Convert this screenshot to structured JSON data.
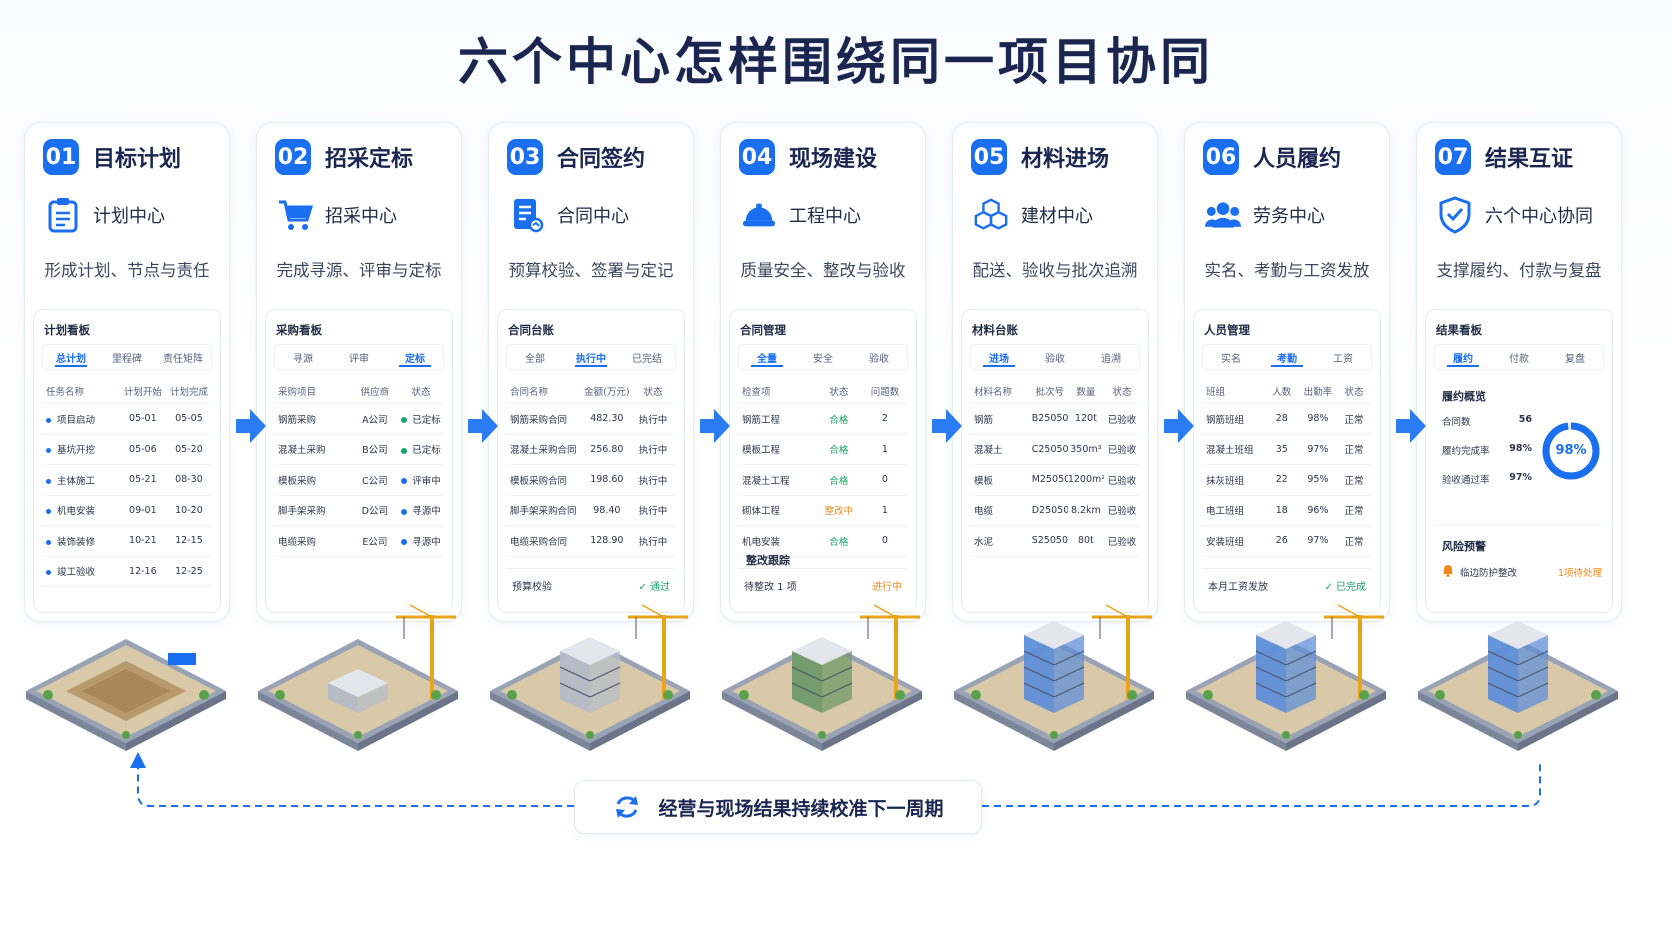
{
  "title": "六个中心怎样围绕同一项目协同",
  "accent": "#1a6ef0",
  "stages": [
    {
      "num": "01",
      "title": "目标计划",
      "center": "计划中心",
      "icon": "clipboard-icon",
      "desc": "形成计划、节点与责任",
      "card": {
        "title": "计划看板",
        "tabs": [
          "总计划",
          "里程碑",
          "责任矩阵"
        ],
        "active": 0,
        "headers": [
          "任务名称",
          "计划开始",
          "计划完成"
        ],
        "rows": [
          [
            "项目启动",
            "05-01",
            "05-05"
          ],
          [
            "基坑开挖",
            "05-06",
            "05-20"
          ],
          [
            "主体施工",
            "05-21",
            "08-30"
          ],
          [
            "机电安装",
            "09-01",
            "10-20"
          ],
          [
            "装饰装修",
            "10-21",
            "12-15"
          ],
          [
            "竣工验收",
            "12-16",
            "12-25"
          ]
        ]
      }
    },
    {
      "num": "02",
      "title": "招采定标",
      "center": "招采中心",
      "icon": "cart-icon",
      "desc": "完成寻源、评审与定标",
      "card": {
        "title": "采购看板",
        "tabs": [
          "寻源",
          "评审",
          "定标"
        ],
        "active": 2,
        "headers": [
          "采购项目",
          "供应商",
          "状态"
        ],
        "rows": [
          [
            "钢筋采购",
            "A公司",
            "已定标"
          ],
          [
            "混凝土采购",
            "B公司",
            "已定标"
          ],
          [
            "模板采购",
            "C公司",
            "评审中"
          ],
          [
            "脚手架采购",
            "D公司",
            "寻源中"
          ],
          [
            "电缆采购",
            "E公司",
            "寻源中"
          ]
        ]
      }
    },
    {
      "num": "03",
      "title": "合同签约",
      "center": "合同中心",
      "icon": "contract-icon",
      "desc": "预算校验、签署与定记",
      "card": {
        "title": "合同台账",
        "tabs": [
          "全部",
          "执行中",
          "已完结"
        ],
        "active": 1,
        "headers": [
          "合同名称",
          "金额(万元)",
          "状态"
        ],
        "rows": [
          [
            "钢筋采购合同",
            "482.30",
            "执行中"
          ],
          [
            "混凝土采购合同",
            "256.80",
            "执行中"
          ],
          [
            "模板采购合同",
            "198.60",
            "执行中"
          ],
          [
            "脚手架采购合同",
            "98.40",
            "执行中"
          ],
          [
            "电缆采购合同",
            "128.90",
            "执行中"
          ]
        ],
        "foot": {
          "label": "预算校验",
          "value": "✓ 通过"
        }
      }
    },
    {
      "num": "04",
      "title": "现场建设",
      "center": "工程中心",
      "icon": "hardhat-icon",
      "desc": "质量安全、整改与验收",
      "card": {
        "title": "合同管理",
        "tabs": [
          "全量",
          "安全",
          "验收"
        ],
        "active": 0,
        "headers": [
          "检查项",
          "状态",
          "问题数"
        ],
        "rows": [
          [
            "钢筋工程",
            "合格",
            "2"
          ],
          [
            "模板工程",
            "合格",
            "1"
          ],
          [
            "混凝土工程",
            "合格",
            "0"
          ],
          [
            "砌体工程",
            "整改中",
            "1"
          ],
          [
            "机电安装",
            "合格",
            "0"
          ]
        ],
        "sub": "整改跟踪",
        "foot": {
          "label": "待整改 1 项",
          "value": "进行中"
        }
      }
    },
    {
      "num": "05",
      "title": "材料进场",
      "center": "建材中心",
      "icon": "cubes-icon",
      "desc": "配送、验收与批次追溯",
      "card": {
        "title": "材料台账",
        "tabs": [
          "进场",
          "验收",
          "追溯"
        ],
        "active": 0,
        "headers": [
          "材料名称",
          "批次号",
          "数量",
          "状态"
        ],
        "rows": [
          [
            "钢筋",
            "B250501",
            "120t",
            "已验收"
          ],
          [
            "混凝土",
            "C250502",
            "350m³",
            "已验收"
          ],
          [
            "模板",
            "M250503",
            "1200m²",
            "已验收"
          ],
          [
            "电缆",
            "D250504",
            "8.2km",
            "已验收"
          ],
          [
            "水泥",
            "S250505",
            "80t",
            "已验收"
          ]
        ]
      }
    },
    {
      "num": "06",
      "title": "人员履约",
      "center": "劳务中心",
      "icon": "people-icon",
      "desc": "实名、考勤与工资发放",
      "card": {
        "title": "人员管理",
        "tabs": [
          "实名",
          "考勤",
          "工资"
        ],
        "active": 1,
        "headers": [
          "班组",
          "人数",
          "出勤率",
          "状态"
        ],
        "rows": [
          [
            "钢筋班组",
            "28",
            "98%",
            "正常"
          ],
          [
            "混凝土班组",
            "35",
            "97%",
            "正常"
          ],
          [
            "抹灰班组",
            "22",
            "95%",
            "正常"
          ],
          [
            "电工班组",
            "18",
            "96%",
            "正常"
          ],
          [
            "安装班组",
            "26",
            "97%",
            "正常"
          ]
        ],
        "foot": {
          "label": "本月工资发放",
          "value": "✓ 已完成"
        }
      }
    },
    {
      "num": "07",
      "title": "结果互证",
      "center": "六个中心协同",
      "icon": "shield-icon",
      "desc": "支撑履约、付款与复盘",
      "card": {
        "title": "结果看板",
        "tabs": [
          "履约",
          "付款",
          "复盘"
        ],
        "active": 0,
        "overview": "履约概览",
        "stats": [
          [
            "合同数",
            "56"
          ],
          [
            "履约完成率",
            "98%"
          ],
          [
            "验收通过率",
            "97%"
          ]
        ],
        "ring": "98%",
        "ring_value": 0.98,
        "risk_title": "风险预警",
        "risk_item": "临边防护整改",
        "risk_status": "1项待处理"
      }
    }
  ],
  "loop_text": "经营与现场结果持续校准下一周期"
}
